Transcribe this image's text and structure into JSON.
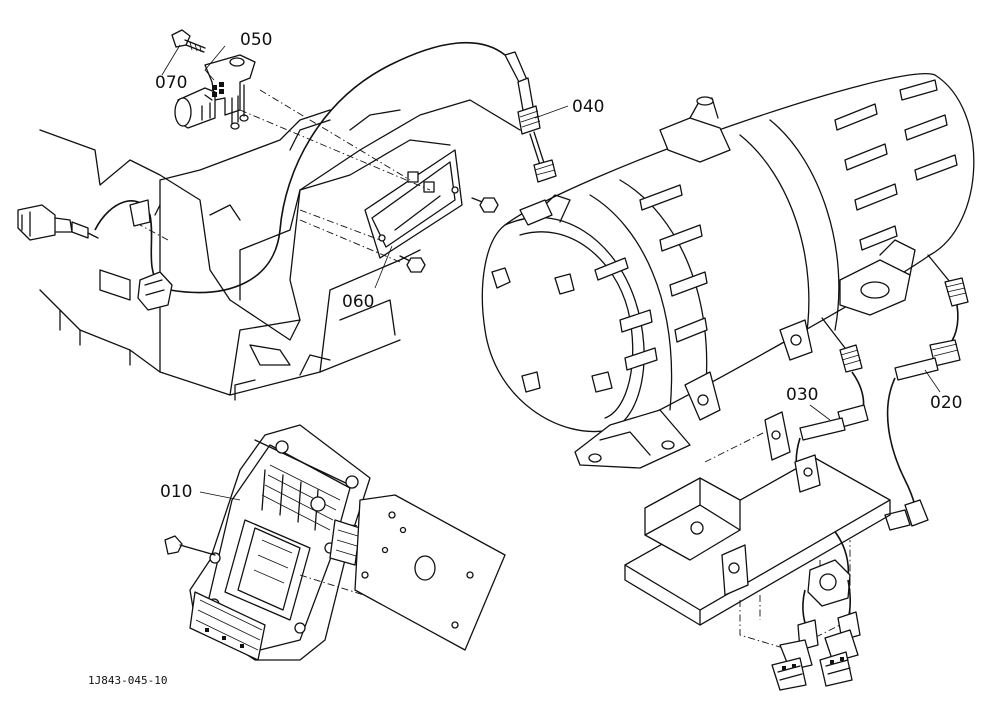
{
  "callouts": {
    "p010": "010",
    "p020": "020",
    "p030": "030",
    "p040": "040",
    "p050": "050",
    "p060": "060",
    "p070": "070"
  },
  "drawing_code": "1J843-045-10"
}
